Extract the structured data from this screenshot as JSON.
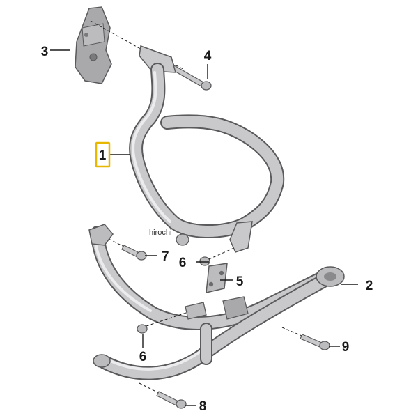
{
  "callouts": {
    "c1": "1",
    "c2": "2",
    "c3": "3",
    "c4": "4",
    "c5": "5",
    "c6a": "6",
    "c6b": "6",
    "c7": "7",
    "c8": "8",
    "c9": "9"
  },
  "watermark": "hirochi",
  "colors": {
    "tube_fill": "#c9c9cb",
    "tube_edge": "#5a5a5c",
    "tube_highlight": "#ececee",
    "bracket_fill": "#a9a9ab",
    "highlight_box": "#e8b800"
  }
}
